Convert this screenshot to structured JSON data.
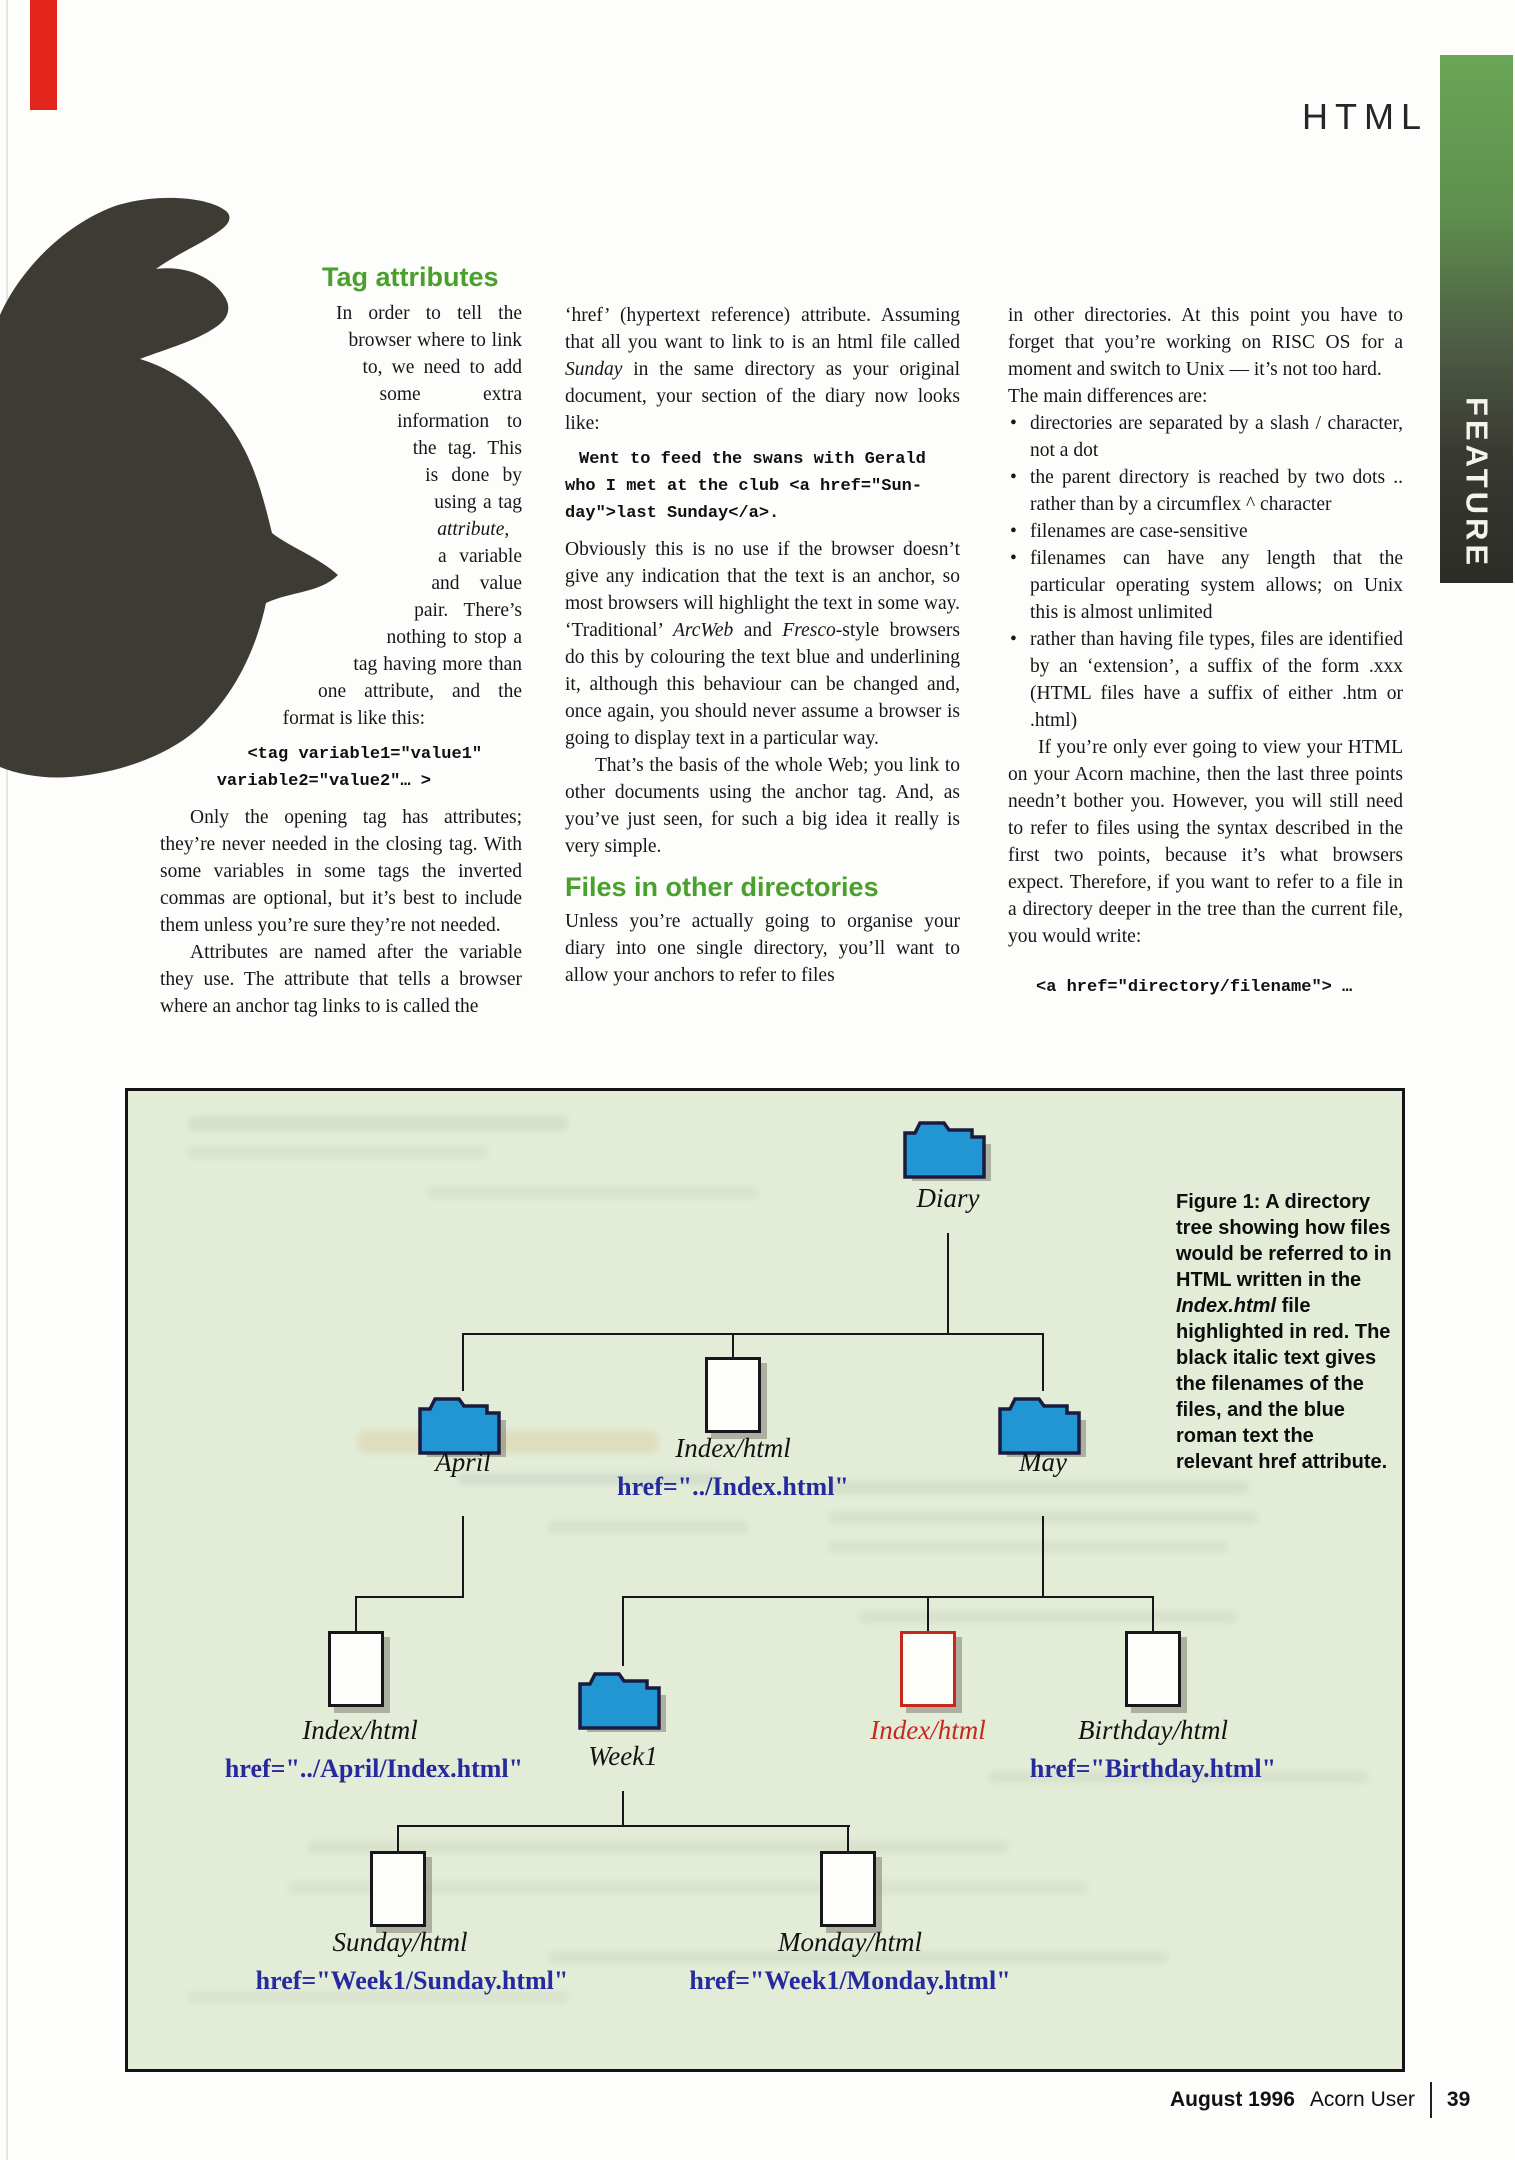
{
  "page": {
    "header": {
      "title": "HTML",
      "feature": "FEATURE"
    },
    "article": {
      "col1": {
        "heading": "Tag attributes",
        "para1": [
          {
            "t": "In order to tell the browser where to link to, we need to add some extra information to the tag. This is done by using a tag "
          },
          {
            "t": "attribute",
            "i": true
          },
          {
            "t": ", a variable and value pair. There’s nothing to stop a tag having more than one attribute, and the format is like this:"
          }
        ],
        "code1": [
          "<tag variable1=\"value1\"",
          "variable2=\"value2\"… >"
        ],
        "para2": "Only the opening tag has attributes; they’re never needed in the closing tag. With some variables in some tags the inverted commas are optional, but it’s best to include them unless you’re sure they’re not needed.",
        "para3": "Attributes are named after the variable they use. The attribute that tells a browser where an anchor tag links to is called the"
      },
      "col2": {
        "para1": [
          {
            "t": "‘href’ (hypertext reference) attribute. Assuming that all you want to link to is an html file called "
          },
          {
            "t": "Sunday",
            "i": true
          },
          {
            "t": " in the same directory as your original document, your section of the diary now looks like:"
          }
        ],
        "code1": [
          "Went to feed the swans with Gerald",
          "who I met at the club <a href=\"Sun-",
          "day\">last Sunday</a>."
        ],
        "para2": [
          {
            "t": "Obviously this is no use if the browser doesn’t give any indication that the text is an anchor, so most browsers will highlight the text in some way. ‘Traditional’ "
          },
          {
            "t": "ArcWeb",
            "i": true
          },
          {
            "t": " and "
          },
          {
            "t": "Fresco",
            "i": true
          },
          {
            "t": "-style browsers do this by colouring the text blue and underlining it, although this behaviour can be changed and, once again, you should never assume a browser is going to display text in a particular way."
          }
        ],
        "para3": "That’s the basis of the whole Web; you link to other documents using the anchor tag. And, as you’ve just seen, for such a big idea it really is very simple.",
        "heading2": "Files in other directories",
        "para4": "Unless you’re actually going to organise your diary into one single directory, you’ll want to allow your anchors to refer to files"
      },
      "col3": {
        "para1": "in other directories. At this point you have to forget that you’re working on RISC OS for a moment and switch to Unix — it’s not too hard.",
        "para2": "The main differences are:",
        "bullets": [
          "directories are separated by a slash / character, not a dot",
          "the parent directory is reached by two dots .. rather than by a circumflex ^ character",
          "filenames are case-sensitive",
          "filenames can have any length that the particular operating system allows; on Unix this is almost unlimited",
          "rather than having file types, files are identified by an ‘extension’, a suffix of the form .xxx (HTML files have a suffix of either .htm or .html)"
        ],
        "para3": "If you’re only ever going to view your HTML on your Acorn machine, then the last three points needn’t bother you. However, you will still need to refer to files using the syntax described in the first two points, because it’s what browsers expect. Therefore, if you want to refer to a file in a directory deeper in the tree than the current file, you would write:",
        "code1": "<a href=\"directory/filename\"> …"
      }
    },
    "figure": {
      "caption": [
        {
          "t": "Figure 1: A directory tree showing how files would be referred to in HTML written in the "
        },
        {
          "t": "Index.html",
          "i": true
        },
        {
          "t": " file highlighted in red. The black italic text gives the filenames of the files, and the blue roman text the relevant href attribute."
        }
      ],
      "nodes": {
        "diary": {
          "label": "Diary"
        },
        "april": {
          "label": "April"
        },
        "index_root": {
          "label": "Index/html",
          "href": "href=\"../Index.html\""
        },
        "may": {
          "label": "May"
        },
        "index_april": {
          "label": "Index/html",
          "href": "href=\"../April/Index.html\""
        },
        "week1": {
          "label": "Week1"
        },
        "index_may": {
          "label": "Index/html"
        },
        "birthday": {
          "label": "Birthday/html",
          "href": "href=\"Birthday.html\""
        },
        "sunday": {
          "label": "Sunday/html",
          "href": "href=\"Week1/Sunday.html\""
        },
        "monday": {
          "label": "Monday/html",
          "href": "href=\"Week1/Monday.html\""
        }
      },
      "colors": {
        "background": "#e3ecd7",
        "folder_blue": "#2196d3",
        "href_blue": "#252a9e",
        "highlight_red": "#c8281c"
      }
    },
    "footer": {
      "issue": "August 1996",
      "magazine": "Acorn User",
      "page_number": "39"
    },
    "colors": {
      "heading_green": "#4aa02c",
      "feature_top": "#69a655",
      "feature_bottom": "#2c2c27"
    }
  }
}
